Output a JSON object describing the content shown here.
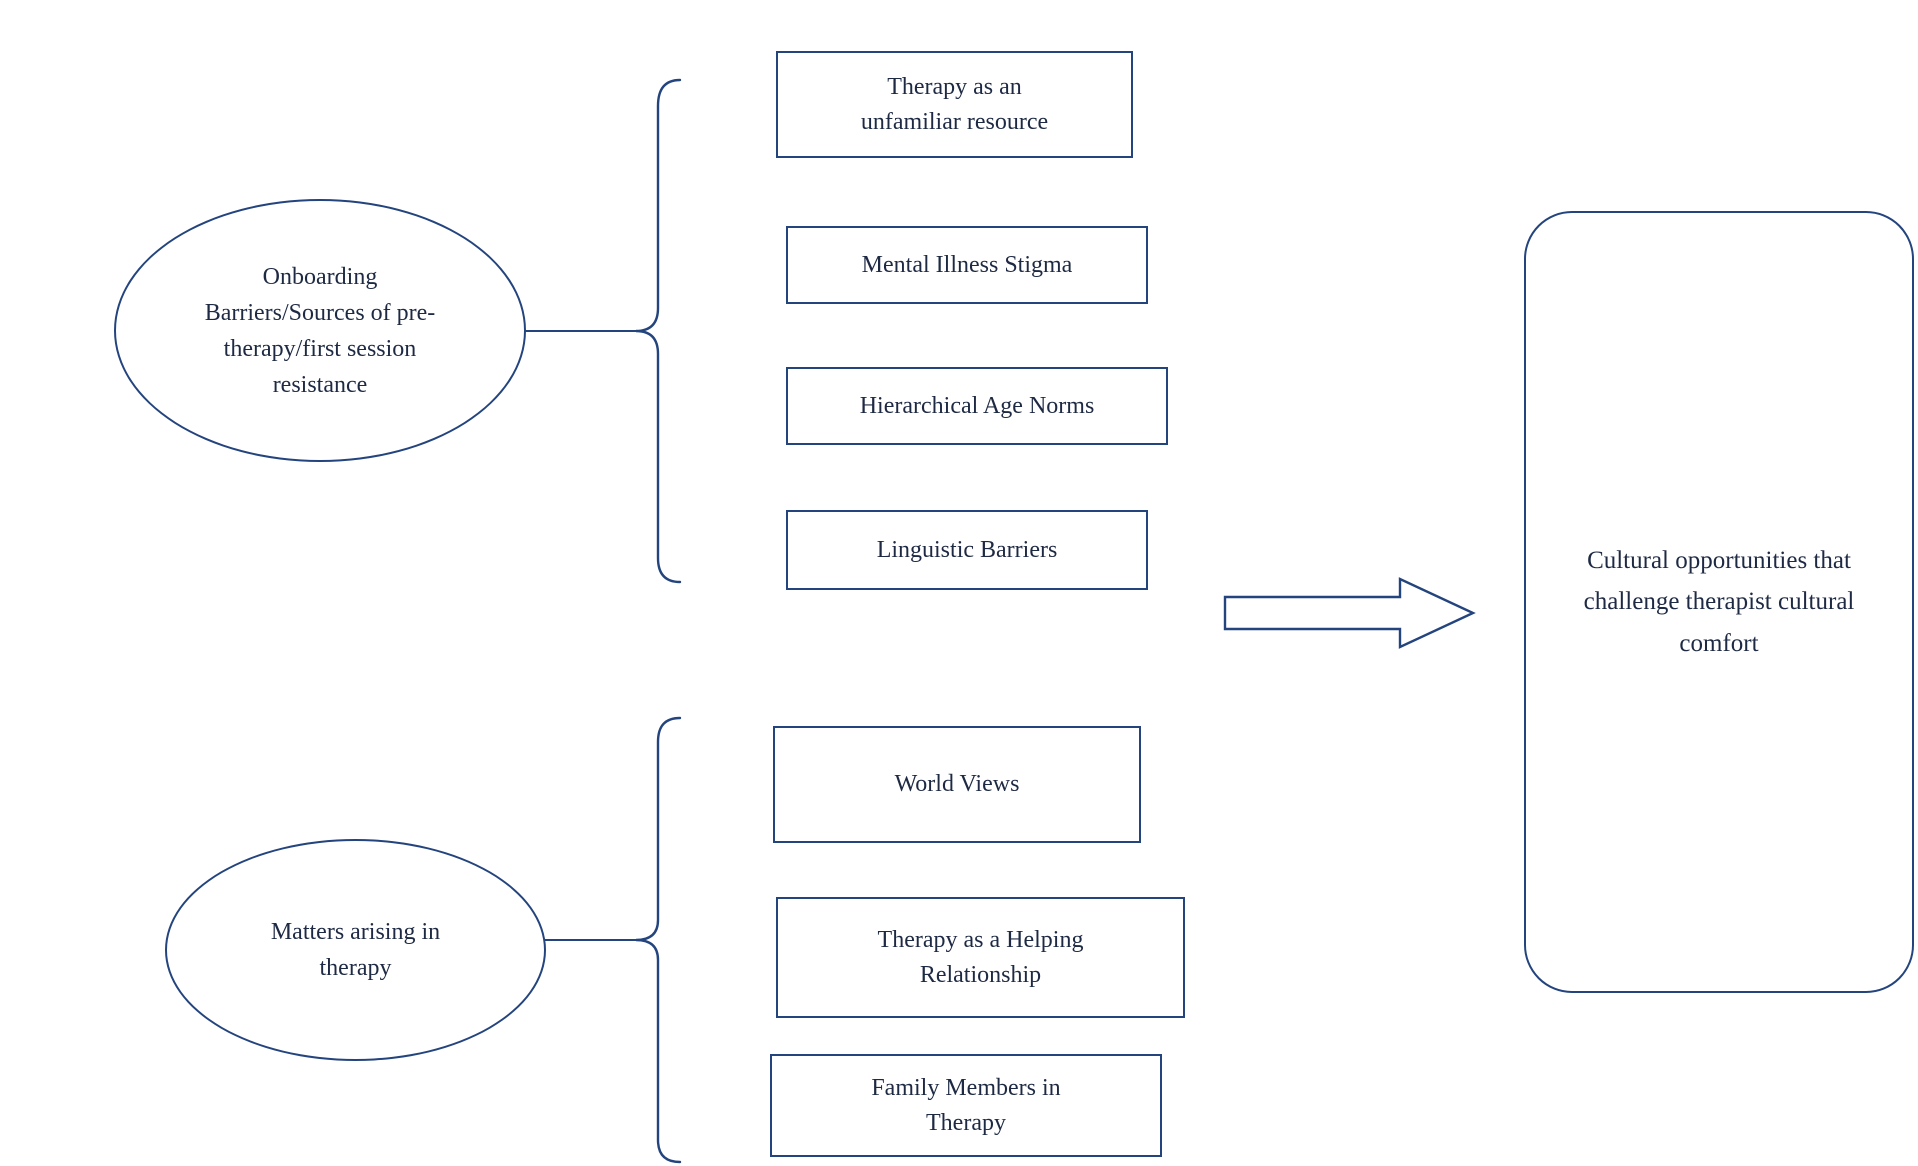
{
  "colors": {
    "border": "#24447e",
    "text": "#1e2a44"
  },
  "ellipses": [
    {
      "id": "onboarding-barriers",
      "label": "Onboarding Barriers/Sources of pre-therapy/first session resistance"
    },
    {
      "id": "matters-arising",
      "label": "Matters arising in therapy"
    }
  ],
  "groups": [
    {
      "boxes": [
        {
          "label": "Therapy as an unfamiliar resource"
        },
        {
          "label": "Mental Illness Stigma"
        },
        {
          "label": "Hierarchical Age Norms"
        },
        {
          "label": "Linguistic Barriers"
        }
      ]
    },
    {
      "boxes": [
        {
          "label": "World Views"
        },
        {
          "label": "Therapy as a Helping Relationship"
        },
        {
          "label": "Family Members in Therapy"
        }
      ]
    }
  ],
  "outcome": {
    "label": "Cultural opportunities that challenge therapist cultural comfort"
  }
}
